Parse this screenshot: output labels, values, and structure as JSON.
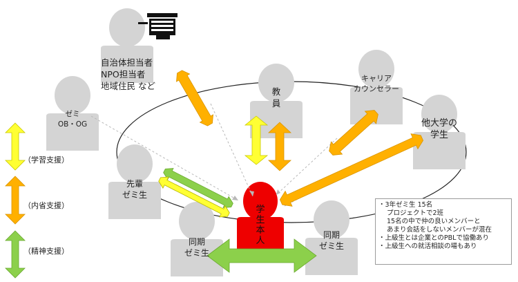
{
  "people": {
    "municipality": "自治体担当者\nNPO担当者\n地域住民 など",
    "zemi_ob": "ゼミ\nOB・OG",
    "senpai": "先輩\nゼミ生",
    "teacher": "教\n員",
    "career": "キャリア\nカウンセラー",
    "other_univ": "他大学の\n学生",
    "doki_left": "同期\nゼミ生",
    "doki_right": "同期\nゼミ生",
    "student": "学\n生\n本\n人"
  },
  "legend": {
    "learning": "（学習支援）",
    "reflection": "（内省支援）",
    "emotional": "（精神支援）"
  },
  "notes": [
    "・3年ゼミ生 15名",
    "プロジェクトで2班",
    "15名の中で仲の良いメンバーと",
    "あまり会話をしないメンバーが混在",
    "・上級生とは企業とのPBLで協働あり",
    "・上級生への就活相談の場もあり"
  ],
  "colors": {
    "person": "#d4d4d4",
    "student": "#ee0000",
    "learning": "#ffff33",
    "reflection": "#ffb000",
    "emotional": "#8cd04b",
    "dashed": "#b8b8b8"
  }
}
